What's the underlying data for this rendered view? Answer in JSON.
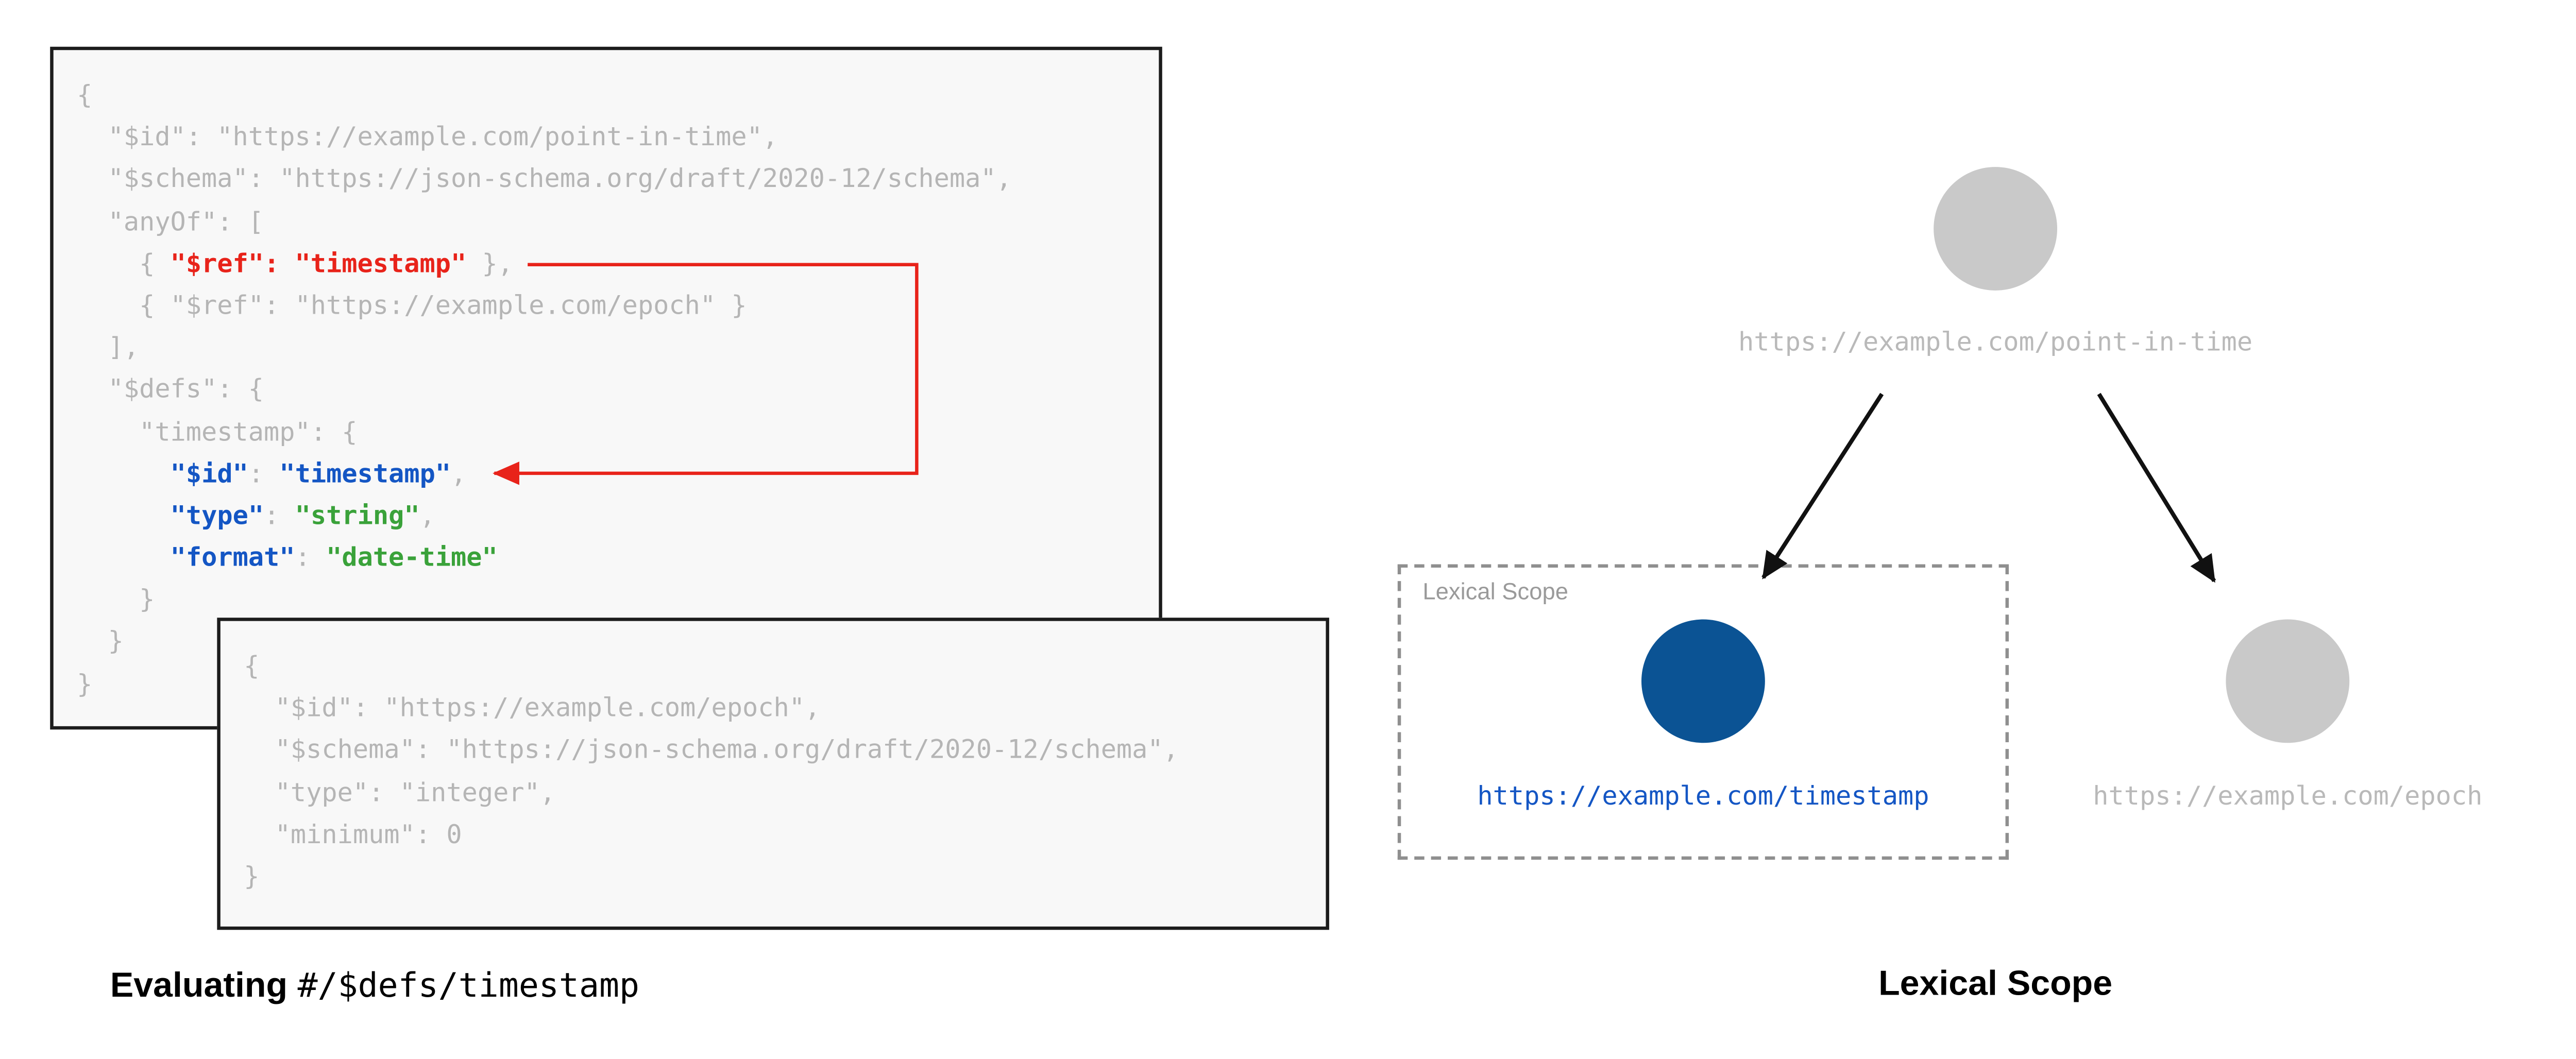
{
  "palette": {
    "red": "#e8231a",
    "blue": "#1456c4",
    "green": "#3aa23a",
    "navy": "#0b5394",
    "node_gray": "#c9c9c9",
    "code_gray": "#b5b5b5",
    "black": "#111111"
  },
  "schema_point_in_time": {
    "lines": [
      [
        {
          "t": "{",
          "c": "gray"
        }
      ],
      [
        {
          "t": "  \"$id\": \"https://example.com/point-in-time\",",
          "c": "gray"
        }
      ],
      [
        {
          "t": "  \"$schema\": \"https://json-schema.org/draft/2020-12/schema\",",
          "c": "gray"
        }
      ],
      [
        {
          "t": "  \"anyOf\": [",
          "c": "gray"
        }
      ],
      [
        {
          "t": "    { ",
          "c": "gray"
        },
        {
          "t": "\"$ref\": \"timestamp\"",
          "c": "red"
        },
        {
          "t": " },",
          "c": "gray"
        }
      ],
      [
        {
          "t": "    { \"$ref\": \"https://example.com/epoch\" }",
          "c": "gray"
        }
      ],
      [
        {
          "t": "  ],",
          "c": "gray"
        }
      ],
      [
        {
          "t": "  \"$defs\": {",
          "c": "gray"
        }
      ],
      [
        {
          "t": "    \"timestamp\": {",
          "c": "gray"
        }
      ],
      [
        {
          "t": "      ",
          "c": "gray"
        },
        {
          "t": "\"$id\"",
          "c": "blue"
        },
        {
          "t": ": ",
          "c": "gray"
        },
        {
          "t": "\"timestamp\"",
          "c": "blue"
        },
        {
          "t": ",",
          "c": "gray"
        }
      ],
      [
        {
          "t": "      ",
          "c": "gray"
        },
        {
          "t": "\"type\"",
          "c": "blue"
        },
        {
          "t": ": ",
          "c": "gray"
        },
        {
          "t": "\"string\"",
          "c": "green"
        },
        {
          "t": ",",
          "c": "gray"
        }
      ],
      [
        {
          "t": "      ",
          "c": "gray"
        },
        {
          "t": "\"format\"",
          "c": "blue"
        },
        {
          "t": ": ",
          "c": "gray"
        },
        {
          "t": "\"date-time\"",
          "c": "green"
        }
      ],
      [
        {
          "t": "    }",
          "c": "gray"
        }
      ],
      [
        {
          "t": "  }",
          "c": "gray"
        }
      ],
      [
        {
          "t": "}",
          "c": "gray"
        }
      ]
    ]
  },
  "schema_epoch": {
    "lines": [
      [
        {
          "t": "{",
          "c": "gray"
        }
      ],
      [
        {
          "t": "  \"$id\": \"https://example.com/epoch\",",
          "c": "gray"
        }
      ],
      [
        {
          "t": "  \"$schema\": \"https://json-schema.org/draft/2020-12/schema\",",
          "c": "gray"
        }
      ],
      [
        {
          "t": "  \"type\": \"integer\",",
          "c": "gray"
        }
      ],
      [
        {
          "t": "  \"minimum\": 0",
          "c": "gray"
        }
      ],
      [
        {
          "t": "}",
          "c": "gray"
        }
      ]
    ]
  },
  "captions": {
    "evaluating": "Evaluating",
    "pointer": "#/$defs/timestamp",
    "lexical_scope": "Lexical Scope"
  },
  "tree": {
    "root_label": "https://example.com/point-in-time",
    "left_label": "https://example.com/timestamp",
    "right_label": "https://example.com/epoch",
    "scope_box_label": "Lexical Scope"
  }
}
